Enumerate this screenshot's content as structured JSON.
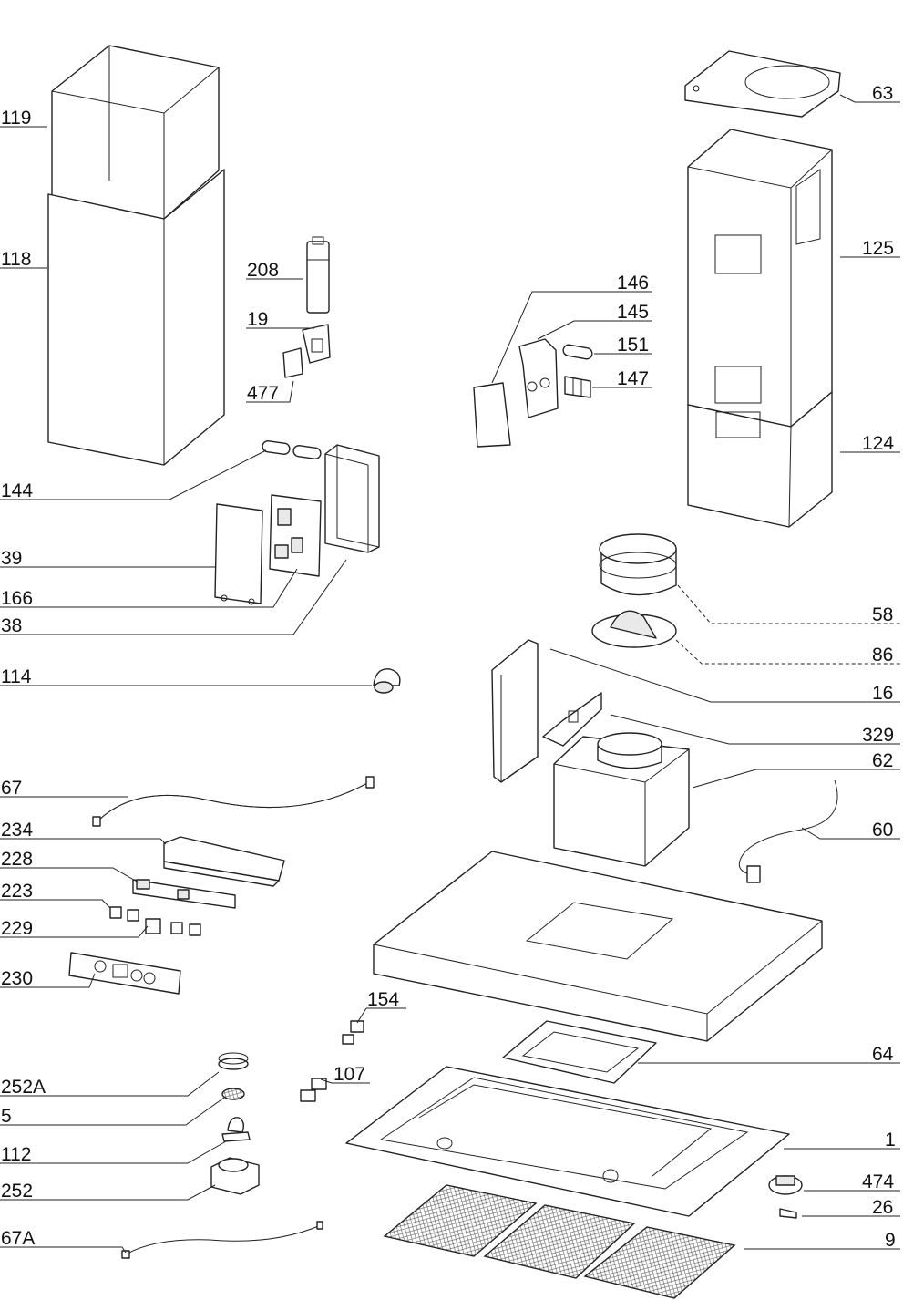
{
  "diagram": {
    "labels": {
      "p119": "119",
      "p118": "118",
      "p208": "208",
      "p19": "19",
      "p477": "477",
      "p144": "144",
      "p39": "39",
      "p166": "166",
      "p38": "38",
      "p114": "114",
      "p67": "67",
      "p234": "234",
      "p228": "228",
      "p223": "223",
      "p229": "229",
      "p230": "230",
      "p252A": "252A",
      "p5": "5",
      "p112": "112",
      "p252": "252",
      "p67A": "67A",
      "p154": "154",
      "p107": "107",
      "p63": "63",
      "p125": "125",
      "p146": "146",
      "p145": "145",
      "p151": "151",
      "p147": "147",
      "p124": "124",
      "p58": "58",
      "p86": "86",
      "p16": "16",
      "p329": "329",
      "p62": "62",
      "p60": "60",
      "p64": "64",
      "p1": "1",
      "p474": "474",
      "p26": "26",
      "p9": "9"
    }
  }
}
